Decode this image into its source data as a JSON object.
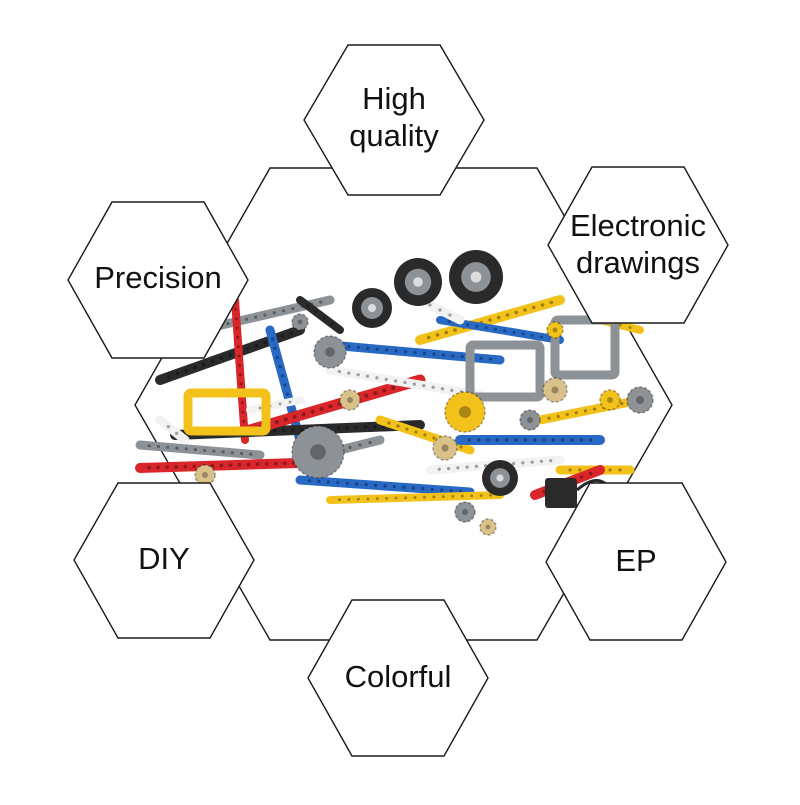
{
  "hexagons": [
    {
      "id": "high-quality",
      "lines": [
        "High",
        "quality"
      ]
    },
    {
      "id": "electronic-drawings",
      "lines": [
        "Electronic",
        "drawings"
      ]
    },
    {
      "id": "precision",
      "lines": [
        "Precision"
      ]
    },
    {
      "id": "diy",
      "lines": [
        "DIY"
      ]
    },
    {
      "id": "ep",
      "lines": [
        "EP"
      ]
    },
    {
      "id": "colorful",
      "lines": [
        "Colorful"
      ]
    }
  ],
  "colors": {
    "background": "#ffffff",
    "hex_stroke": "#1a1a1a",
    "text": "#111111",
    "piece_red": "#d8262b",
    "piece_blue": "#2769c4",
    "piece_yellow": "#f3c21a",
    "piece_gray": "#8d9297",
    "piece_dark": "#2a2a2a",
    "piece_white": "#f2f2f2",
    "piece_tan": "#d9c189"
  }
}
